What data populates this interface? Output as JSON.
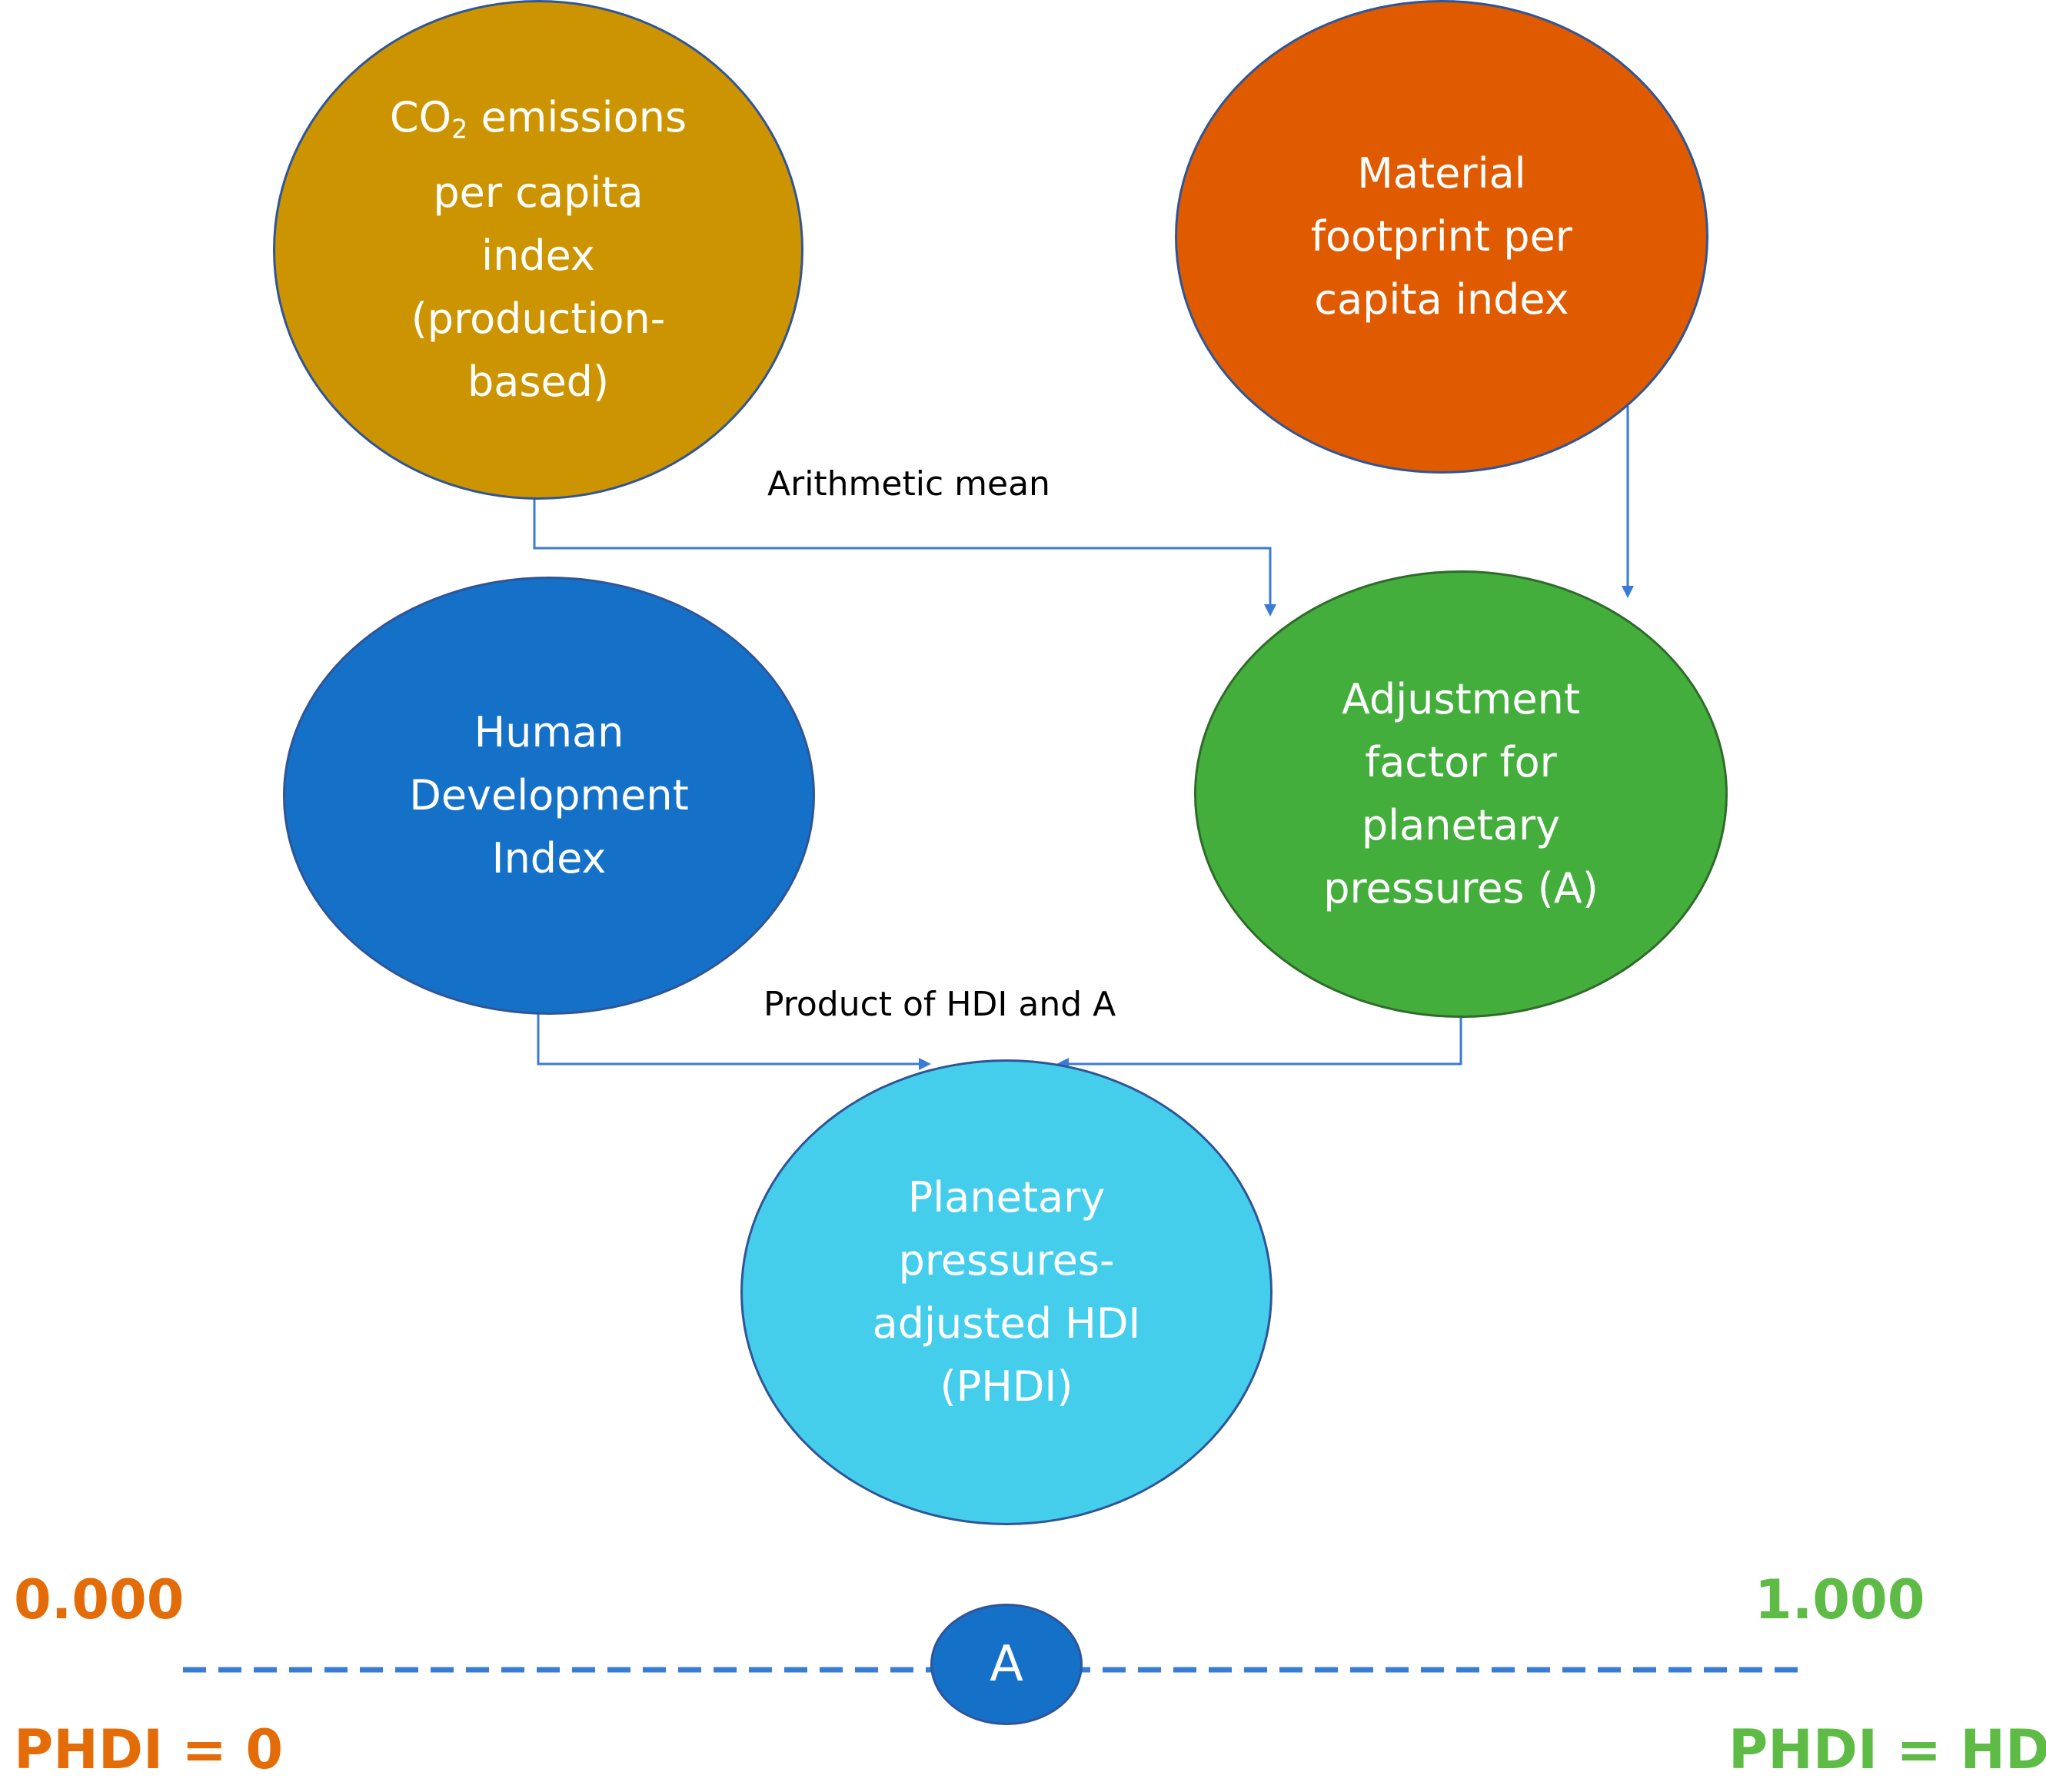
{
  "nodes": {
    "co2": {
      "label": "CO",
      "sub": "2",
      "rest": " emissions",
      "lines": [
        "per capita",
        "index",
        "(production-",
        "based)"
      ]
    },
    "material": {
      "lines": [
        "Material",
        "footprint per",
        "capita index"
      ]
    },
    "hdi": {
      "lines": [
        "Human",
        "Development",
        "Index"
      ]
    },
    "adjustment": {
      "lines": [
        "Adjustment",
        "factor for",
        "planetary",
        "pressures (A)"
      ]
    },
    "phdi": {
      "lines": [
        "Planetary",
        "pressures-",
        "adjusted HDI",
        "(PHDI)"
      ]
    },
    "a_marker": {
      "label": "A"
    }
  },
  "edge_labels": {
    "mean": "Arithmetic mean",
    "product": "Product of HDI and A"
  },
  "scale": {
    "min_value": "0.000",
    "max_value": "1.000",
    "min_meaning": "PHDI = 0",
    "max_meaning": "PHDI = HDI"
  },
  "colors": {
    "co2": "#CC9400",
    "material": "#E05A00",
    "hdi": "#1570C8",
    "adjustment": "#44AE3D",
    "phdi": "#45CEEC",
    "connector": "#3A7BD5",
    "scale_low": "#E36C09",
    "scale_high": "#5DBB46"
  }
}
